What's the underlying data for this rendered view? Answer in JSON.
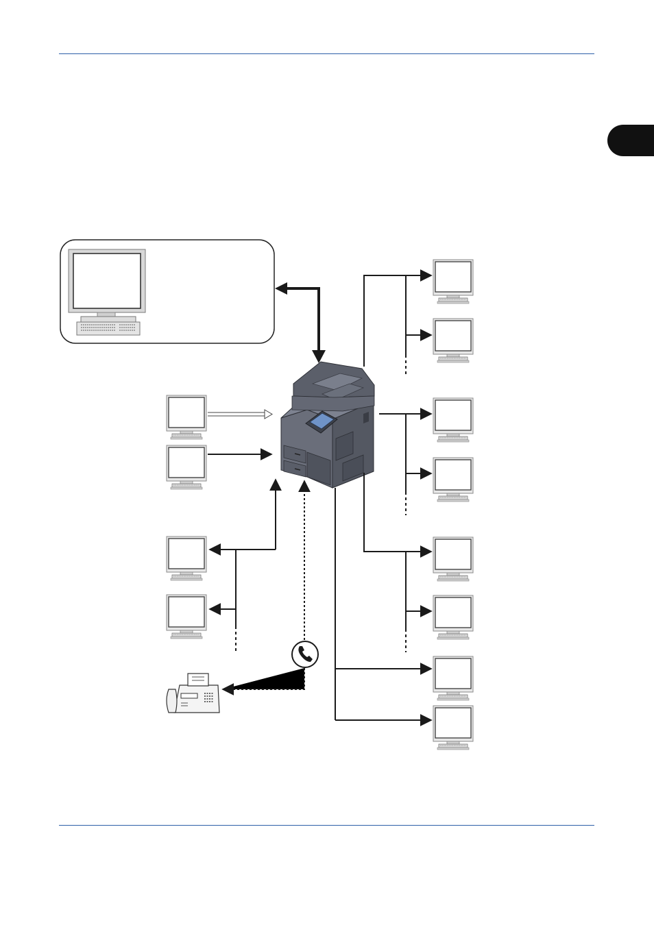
{
  "page": {
    "header_rule": "",
    "footer_rule": ""
  },
  "diagram": {
    "nodes": [
      "admin-pc",
      "mfp",
      "input-pc-1",
      "input-pc-2",
      "folder-pc-1",
      "folder-pc-2",
      "fax-machine",
      "output-pc-1",
      "output-pc-2",
      "output-pc-3",
      "output-pc-4",
      "output-pc-5",
      "output-pc-6",
      "output-pc-7",
      "output-pc-8"
    ],
    "colors": {
      "line": "#1a1a1a",
      "rule": "#2b5ea8",
      "monitor_frame": "#c8c8c8",
      "machine": "#5b5f6a"
    },
    "icons": [
      "monitor-icon",
      "phone-icon",
      "fax-icon",
      "mfp-icon"
    ]
  }
}
